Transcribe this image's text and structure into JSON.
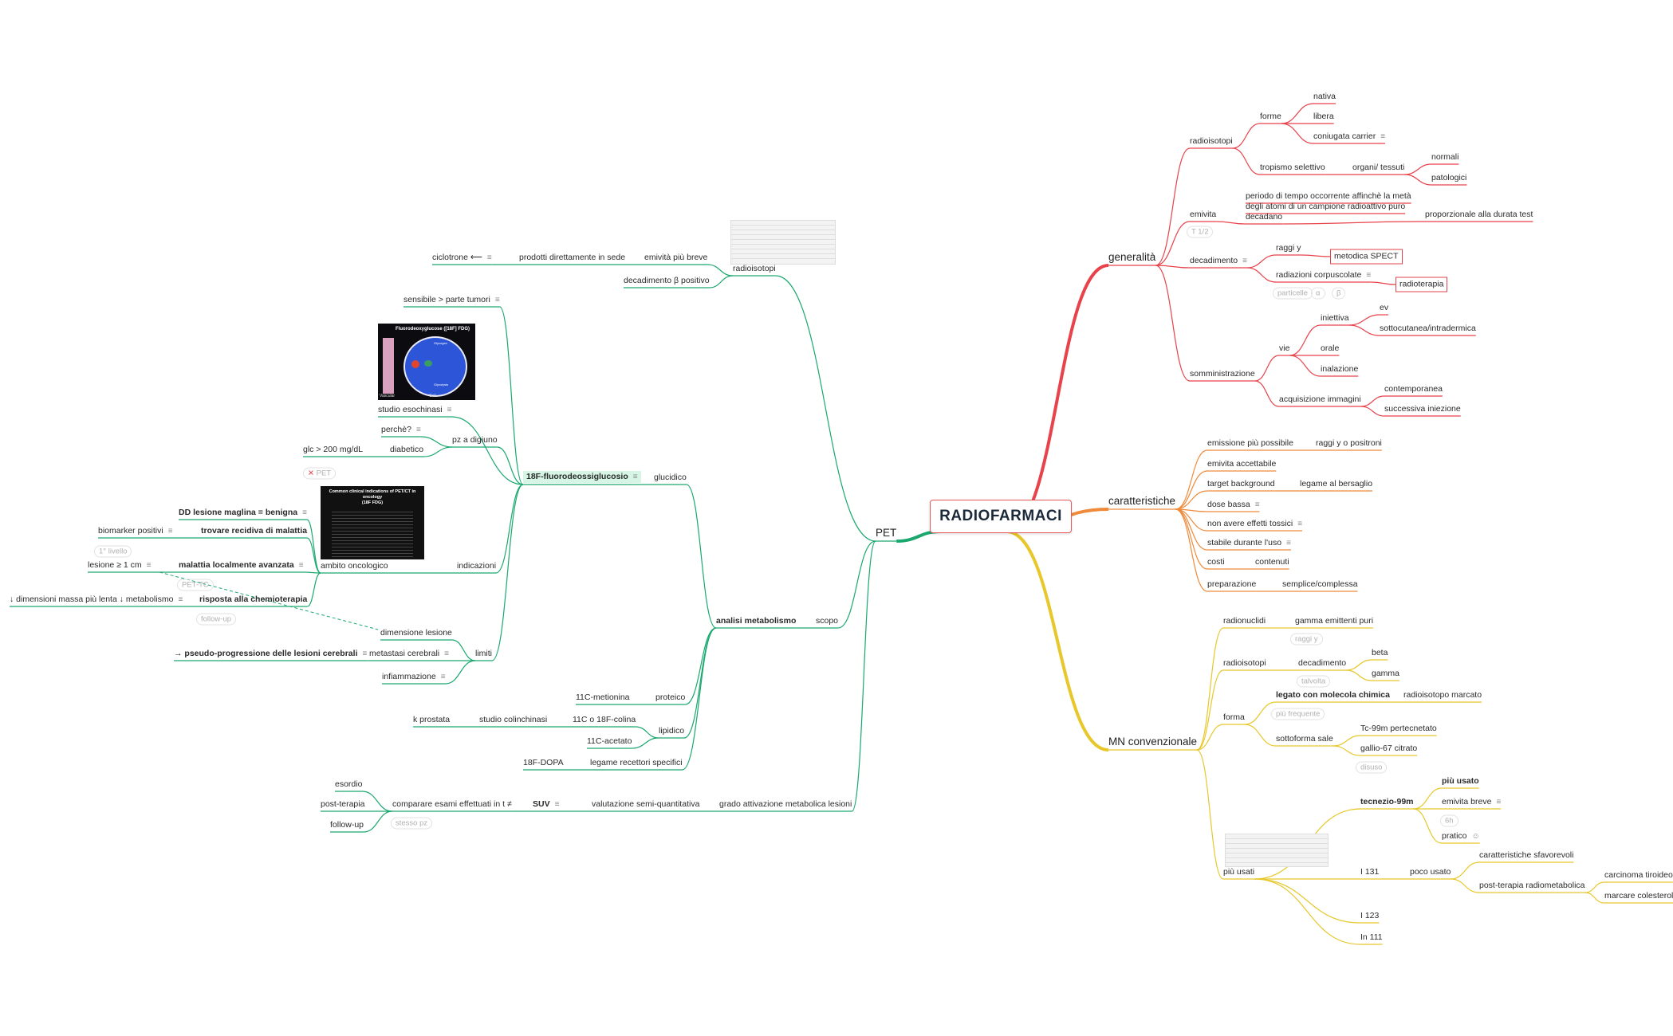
{
  "root": "RADIOFARMACI",
  "colors": {
    "red": "#e8424a",
    "orange": "#ef8a3a",
    "yellow": "#e7c72a",
    "green": "#1aa86e",
    "gray": "#b0b0b0"
  },
  "right": {
    "generalita": "generalità",
    "radioisotopi": "radioisotopi",
    "forme": "forme",
    "nativa": "nativa",
    "libera": "libera",
    "coniugata": "coniugata carrier",
    "tropismo": "tropismo selettivo",
    "organi": "organi/ tessuti",
    "normali": "normali",
    "patologici": "patologici",
    "emivita": "emivita",
    "emivita_def": [
      "periodo di tempo occorrente affinchè la metà",
      "degli atomi di un campione radioattivo puro",
      "decadano"
    ],
    "proporzionale": "proporzionale alla durata test",
    "t12": "T 1/2",
    "decadimento": "decadimento",
    "raggi_y": "raggi y",
    "spect": "metodica SPECT",
    "corpuscolate": "radiazioni corpuscolate",
    "radioterapia": "radioterapia",
    "particelle": "particelle",
    "alpha": "α",
    "beta": "β",
    "somministrazione": "somministrazione",
    "vie": "vie",
    "iniettiva": "iniettiva",
    "ev": "ev",
    "sottocutanea": "sottocutanea/intradermica",
    "orale": "orale",
    "inalazione": "inalazione",
    "acquisizione": "acquisizione immagini",
    "contemporanea": "contemporanea",
    "successiva": "successiva iniezione",
    "caratteristiche": "caratteristiche",
    "emissione": "emissione più possibile",
    "raggi_positroni": "raggi y o positroni",
    "emivita_acc": "emivita accettabile",
    "target": "target background",
    "legame_bersaglio": "legame al bersaglio",
    "dose": "dose bassa",
    "effetti": "non avere effetti tossici",
    "stabile": "stabile durante l'uso",
    "costi": "costi",
    "contenuti": "contenuti",
    "preparazione": "preparazione",
    "semplice": "semplice/complessa",
    "mn": "MN convenzionale",
    "radionuclidi": "radionuclidi",
    "gamma_puri": "gamma emittenti puri",
    "raggi_y2": "raggi y",
    "radioisotopi2": "radioisotopi",
    "decadimento2": "decadimento",
    "beta2": "beta",
    "gamma": "gamma",
    "talvolta": "talvolta",
    "forma": "forma",
    "legato": "legato con molecola chimica",
    "radioisotopo_marcato": "radioisotopo marcato",
    "piu_frequente": "più frequente",
    "sottoforma": "sottoforma sale",
    "tc_pert": "Tc-99m pertecnetato",
    "gallio": "gallio-67 citrato",
    "disuso": "disuso",
    "piu_usati": "più usati",
    "tecnezio": "tecnezio-99m",
    "piu_usato": "più usato",
    "emivita_breve": "emivita breve",
    "six_h": "6h",
    "pratico": "pratico",
    "i131": "I 131",
    "poco_usato": "poco usato",
    "car_sfav": "caratteristiche sfavorevoli",
    "post_terapia": "post-terapia radiometabolica",
    "carcinoma": "carcinoma tiroideo",
    "marcare": "marcare colesterolo",
    "i123": "I 123",
    "in111": "In 111"
  },
  "left": {
    "pet": "PET",
    "radioisotopi": "radioisotopi",
    "emivita_breve": "emività più breve",
    "prodotti": "prodotti direttamente in sede",
    "ciclotrone": "ciclotrone ⟵",
    "decadimento_pos": "decadimento β positivo",
    "scopo": "scopo",
    "analisi": "analisi metabolismo",
    "glucidico": "glucidico",
    "fdg": "18F-fluorodeossiglucosio",
    "sensibile": "sensibile > parte tumori",
    "esochinasi": "studio esochinasi",
    "digiuno": "pz a digiuno",
    "perche": "perchè?",
    "diabetico": "diabetico",
    "glc": "glc > 200 mg/dL",
    "pet_x": "PET",
    "indicazioni": "indicazioni",
    "ambito": "ambito oncologico",
    "dd": "DD lesione maglina = benigna",
    "recidiva": "trovare recidiva di malattia",
    "biomarker": "biomarker positivi",
    "primo_livello": "1° livello",
    "malattia_avanzata": "malattia localmente avanzata",
    "lesione": "lesione ≥ 1 cm",
    "pet_tc": "PET-TC",
    "risposta": "risposta alla chemioterapia",
    "dimensioni_massa": "↓ dimensioni massa più lenta ↓ metabolismo",
    "follow_up_ghost": "follow-up",
    "limiti": "limiti",
    "dimensione_lesione": "dimensione lesione",
    "metastasi": "metastasi cerebrali",
    "pseudo": "→ pseudo-progressione delle lesioni cerebrali",
    "infiammazione": "infiammazione",
    "proteico": "proteico",
    "metionina": "11C-metionina",
    "lipidico": "lipidico",
    "colina": "11C o 18F-colina",
    "colinchinasi": "studio colinchinasi",
    "prostata": "k prostata",
    "acetato": "11C-acetato",
    "legame_recettori": "legame recettori specifici",
    "dopa": "18F-DOPA",
    "grado": "grado attivazione metabolica lesioni",
    "valutazione": "valutazione semi-quantitativa",
    "suv": "SUV",
    "comparare": "comparare esami effettuati in t ≠",
    "esordio": "esordio",
    "post_terapia": "post-terapia",
    "follow_up": "follow-up",
    "stesso_pz": "stesso pz"
  },
  "images": {
    "fdg_img_title": "Fluorodeoxyglucose ([18F] FDG)",
    "fdg_img_labels": [
      "Vascular",
      "Cell",
      "Glycogen",
      "Glycolysis"
    ],
    "onc_img_title": [
      "Common clinical indications of PET/CT in oncology",
      "(18F FDG)"
    ]
  }
}
